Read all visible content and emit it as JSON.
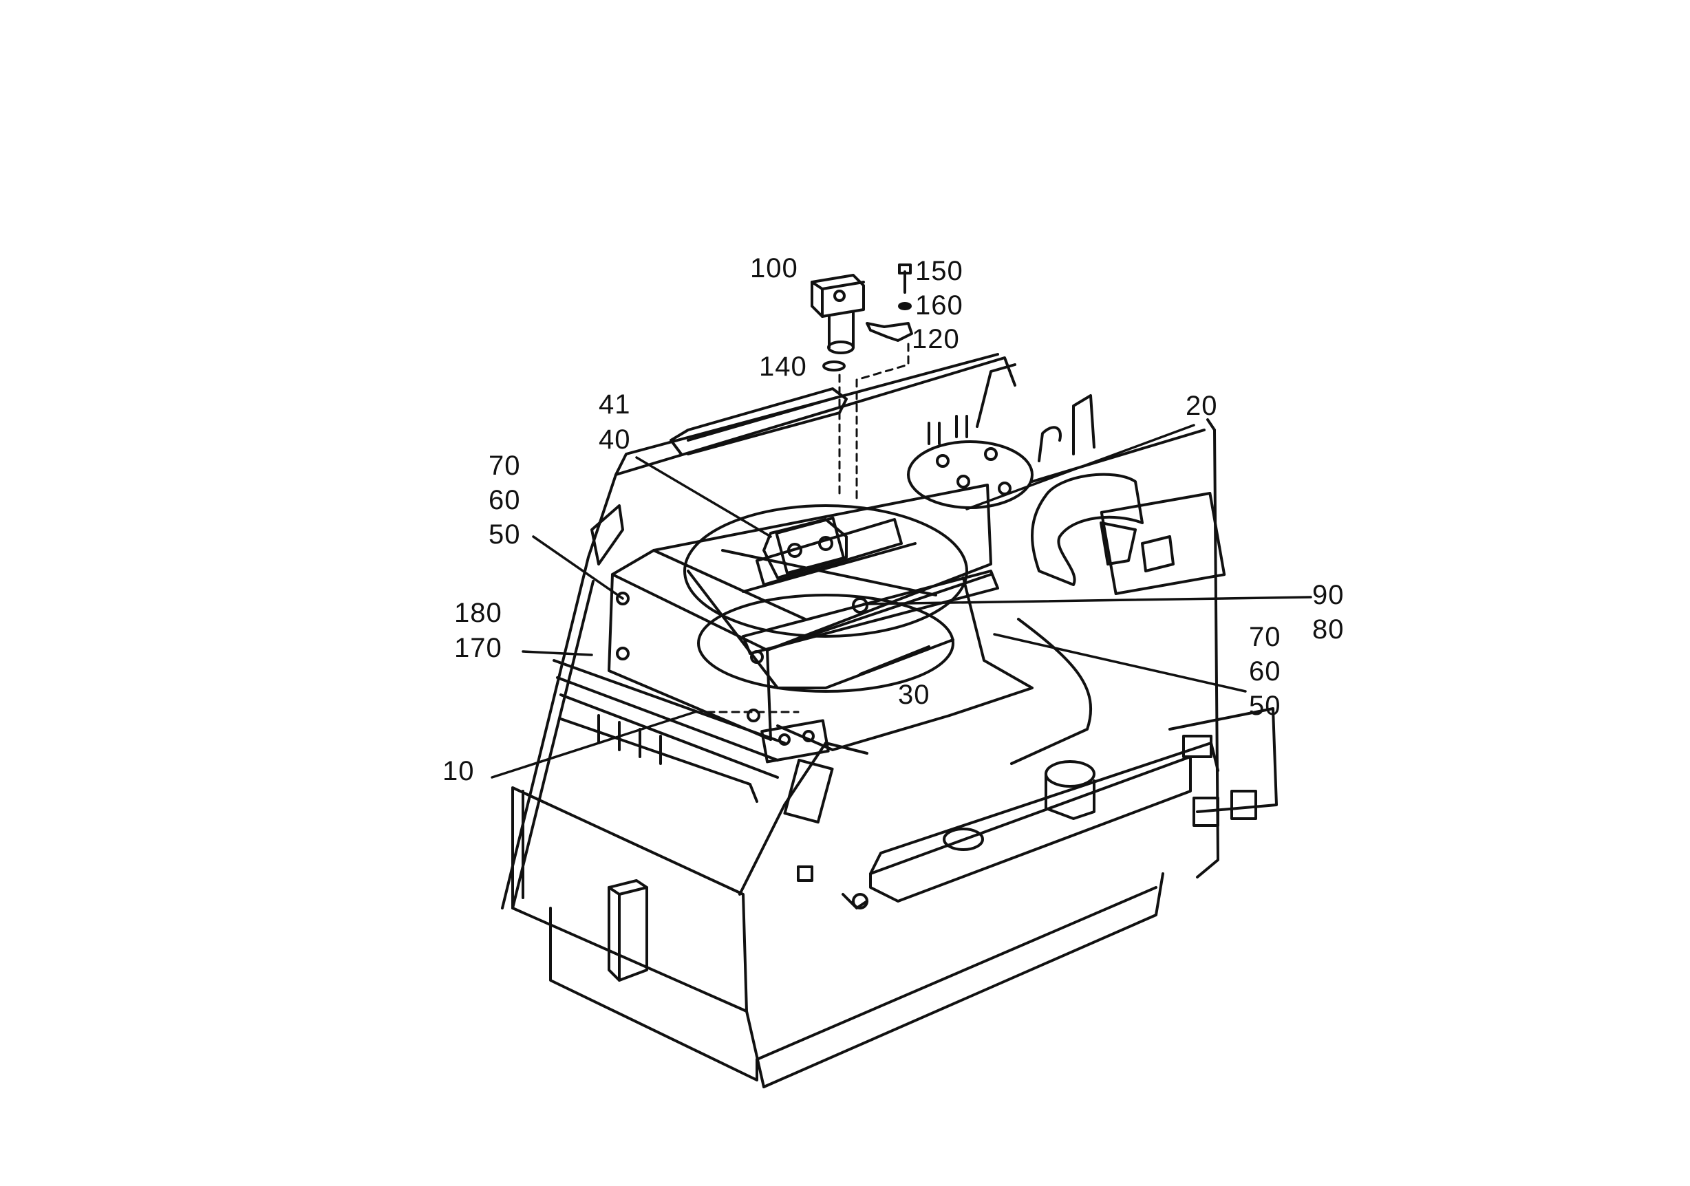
{
  "callouts": {
    "c100": "100",
    "c150": "150",
    "c160": "160",
    "c120": "120",
    "c140": "140",
    "c41": "41",
    "c40": "40",
    "c20": "20",
    "c70a": "70",
    "c60a": "60",
    "c50a": "50",
    "c180": "180",
    "c170": "170",
    "c10": "10",
    "c90": "90",
    "c80": "80",
    "c70b": "70",
    "c60b": "60",
    "c50b": "50",
    "c30": "30"
  },
  "colors": {
    "ink": "#111111",
    "paper": "#ffffff",
    "shade": "#d9d9d9"
  }
}
